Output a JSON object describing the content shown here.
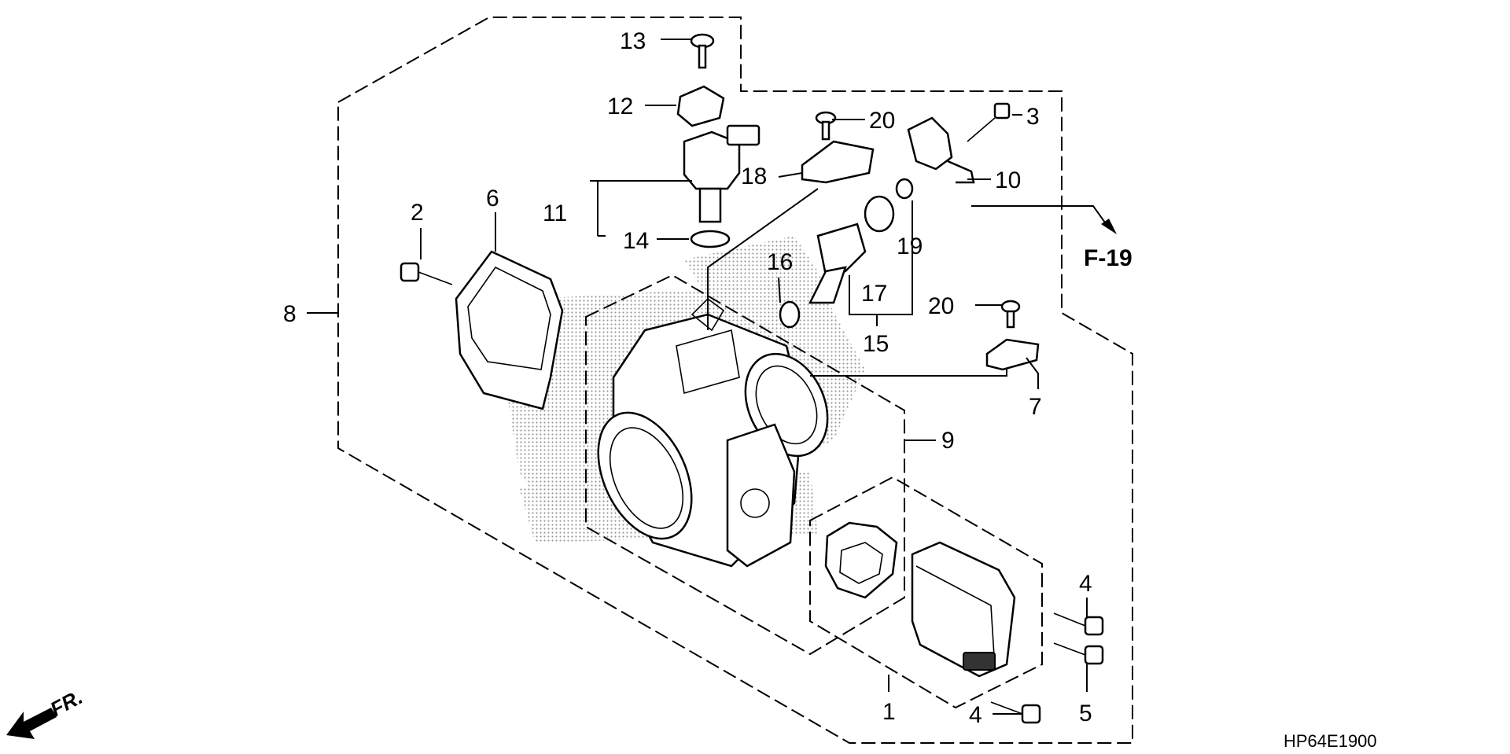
{
  "callouts": [
    {
      "id": "c13",
      "label": "13"
    },
    {
      "id": "c12",
      "label": "12"
    },
    {
      "id": "c11",
      "label": "11"
    },
    {
      "id": "c14",
      "label": "14"
    },
    {
      "id": "c20a",
      "label": "20"
    },
    {
      "id": "c18",
      "label": "18"
    },
    {
      "id": "c3",
      "label": "3"
    },
    {
      "id": "c10",
      "label": "10"
    },
    {
      "id": "c2",
      "label": "2"
    },
    {
      "id": "c6",
      "label": "6"
    },
    {
      "id": "c8",
      "label": "8"
    },
    {
      "id": "c16",
      "label": "16"
    },
    {
      "id": "c17",
      "label": "17"
    },
    {
      "id": "c19",
      "label": "19"
    },
    {
      "id": "c15",
      "label": "15"
    },
    {
      "id": "c20b",
      "label": "20"
    },
    {
      "id": "c7",
      "label": "7"
    },
    {
      "id": "c9",
      "label": "9"
    },
    {
      "id": "c4a",
      "label": "4"
    },
    {
      "id": "c5",
      "label": "5"
    },
    {
      "id": "c1",
      "label": "1"
    },
    {
      "id": "c4b",
      "label": "4"
    }
  ],
  "reference": {
    "label": "F-19"
  },
  "front_marker": {
    "label": "FR."
  },
  "drawing_code": "HP64E1900",
  "colors": {
    "line": "#000000",
    "background": "#ffffff",
    "watermark": "#c8c8c8"
  }
}
